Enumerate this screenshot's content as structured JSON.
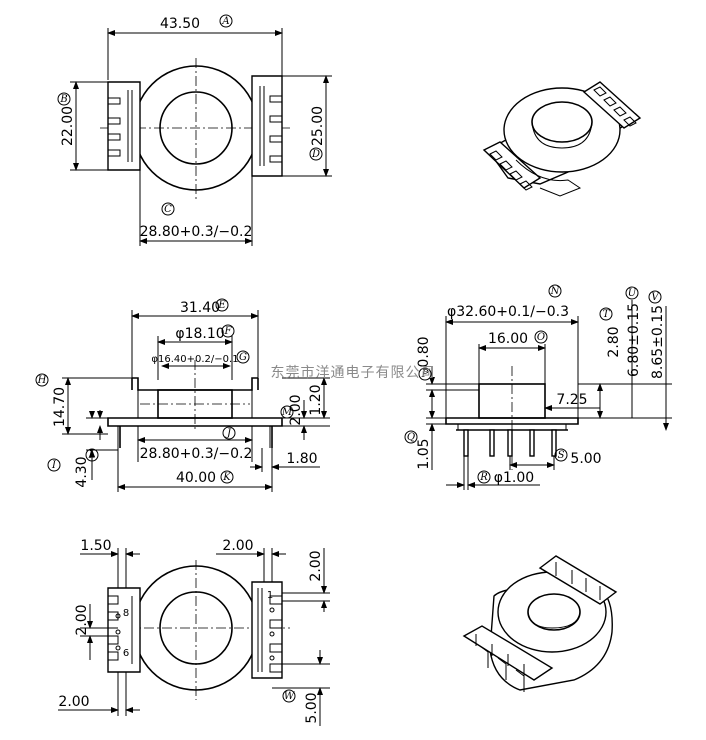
{
  "dimensions": {
    "top_width": "43.50",
    "top_height_left": "22.00",
    "top_height_right": "25.00",
    "top_bottom_width": "28.80+0.3/−0.2",
    "side_top_width": "31.40",
    "side_inner_diameter": "φ18.10",
    "side_bore": "φ16.40+0.2/−0.1",
    "side_height": "14.70",
    "side_flange": "2.00",
    "side_flange2": "1.20",
    "side_base_width": "28.80+0.3/−0.2",
    "side_pin_offset": "1.80",
    "side_pin_len": "4.30",
    "side_total_width": "40.00",
    "front_outer_diameter": "φ32.60+0.1/−0.3",
    "front_core": "16.00",
    "front_thickness": "0.80",
    "front_h1": "2.80",
    "front_h2": "6.80±0.15",
    "front_h3": "8.65±0.15",
    "front_step": "7.25",
    "front_pin_len": "1.05",
    "front_pin_diameter": "φ1.00",
    "front_pin_pitch": "5.00",
    "bottom_left_offset": "1.50",
    "bottom_pitch_top": "2.00",
    "bottom_pitch_vert_right": "2.00",
    "bottom_pitch_left": "2.00",
    "bottom_left_bottom": "2.00",
    "bottom_right_bottom": "5.00"
  },
  "labels": {
    "a": "A",
    "b": "B",
    "c": "C",
    "d": "D",
    "e": "E",
    "f": "F",
    "g": "G",
    "h": "H",
    "i": "I",
    "j": "J",
    "k": "K",
    "l": "L",
    "m": "M",
    "n": "N",
    "o": "O",
    "p": "P",
    "q": "Q",
    "r": "R",
    "s": "S",
    "t": "T",
    "u": "U",
    "v": "V",
    "w": "W"
  },
  "pin_numbers": {
    "p8": "8",
    "p6": "6",
    "p1": "1"
  },
  "watermark": "东莞市洋通电子有限公司"
}
